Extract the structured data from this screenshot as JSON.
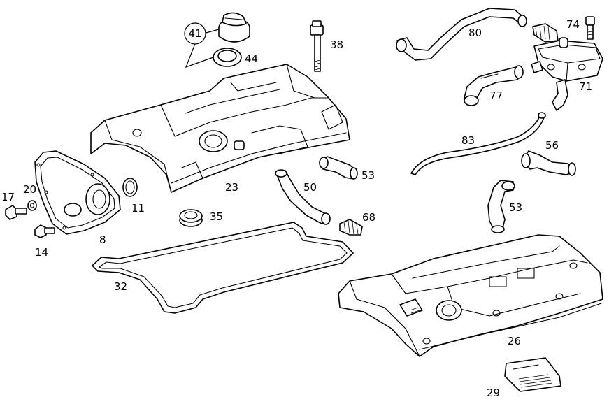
{
  "diagram": {
    "callouts": {
      "c41": "41",
      "c44": "44",
      "c38": "38",
      "c80": "80",
      "c74": "74",
      "c71": "71",
      "c77": "77",
      "c83": "83",
      "c56": "56",
      "c53a": "53",
      "c53b": "53",
      "c50": "50",
      "c68": "68",
      "c23": "23",
      "c35": "35",
      "c11": "11",
      "c17": "17",
      "c20": "20",
      "c14": "14",
      "c8": "8",
      "c32": "32",
      "c26": "26",
      "c29": "29"
    }
  }
}
